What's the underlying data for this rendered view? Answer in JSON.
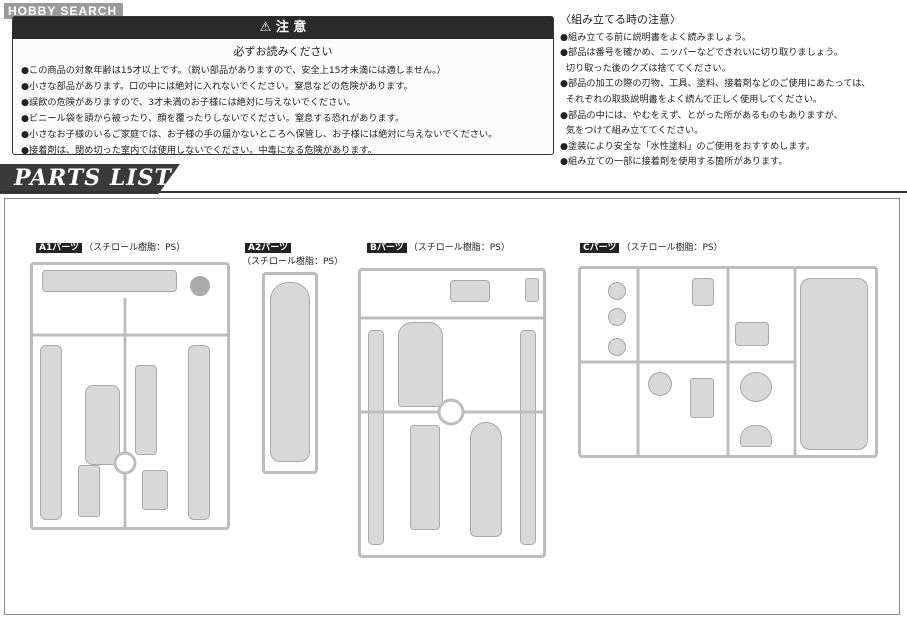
{
  "logo": "HOBBY SEARCH",
  "warning": {
    "title": "注 意",
    "subtitle": "必ずお読みください",
    "items": [
      "この商品の対象年齢は15才以上です。（鋭い部品がありますので、安全上15才未満には適しません。）",
      "小さな部品があります。口の中には絶対に入れないでください。窒息などの危険があります。",
      "誤飲の危険がありますので、3才未満のお子様には絶対に与えないでください。",
      "ビニール袋を頭から被ったり、顔を覆ったりしないでください。窒息する恐れがあります。",
      "小さなお子様のいるご家庭では、お子様の手の届かないところへ保管し、お子様には絶対に与えないでください。",
      "接着剤は、閉め切った室内では使用しないでください。中毒になる危険があります。"
    ]
  },
  "assembly_notes": {
    "title": "〈組み立てる時の注意〉",
    "items": [
      "組み立てる前に説明書をよく読みましょう。",
      "部品は番号を確かめ、ニッパーなどできれいに切り取りましょう。",
      "切り取った後のクズは捨ててください。",
      "部品の加工の際の刃物、工具、塗料、接着剤などのご使用にあたっては、",
      "それぞれの取扱説明書をよく読んで正しく使用してください。",
      "部品の中には、やむをえず、とがった所があるものもありますが、",
      "気をつけて組み立ててください。",
      "塗装により安全な「水性塗料」のご使用をおすすめします。",
      "組み立ての一部に接着剤を使用する箇所があります。"
    ]
  },
  "parts_list_title": "PARTS LIST",
  "sprues": [
    {
      "tag": "A1パーツ",
      "material": "（スチロール樹脂：PS）"
    },
    {
      "tag": "A2パーツ",
      "material": "（スチロール樹脂：PS）"
    },
    {
      "tag": "Bパーツ",
      "material": "（スチロール樹脂：PS）"
    },
    {
      "tag": "Cパーツ",
      "material": "（スチロール樹脂：PS）"
    }
  ]
}
